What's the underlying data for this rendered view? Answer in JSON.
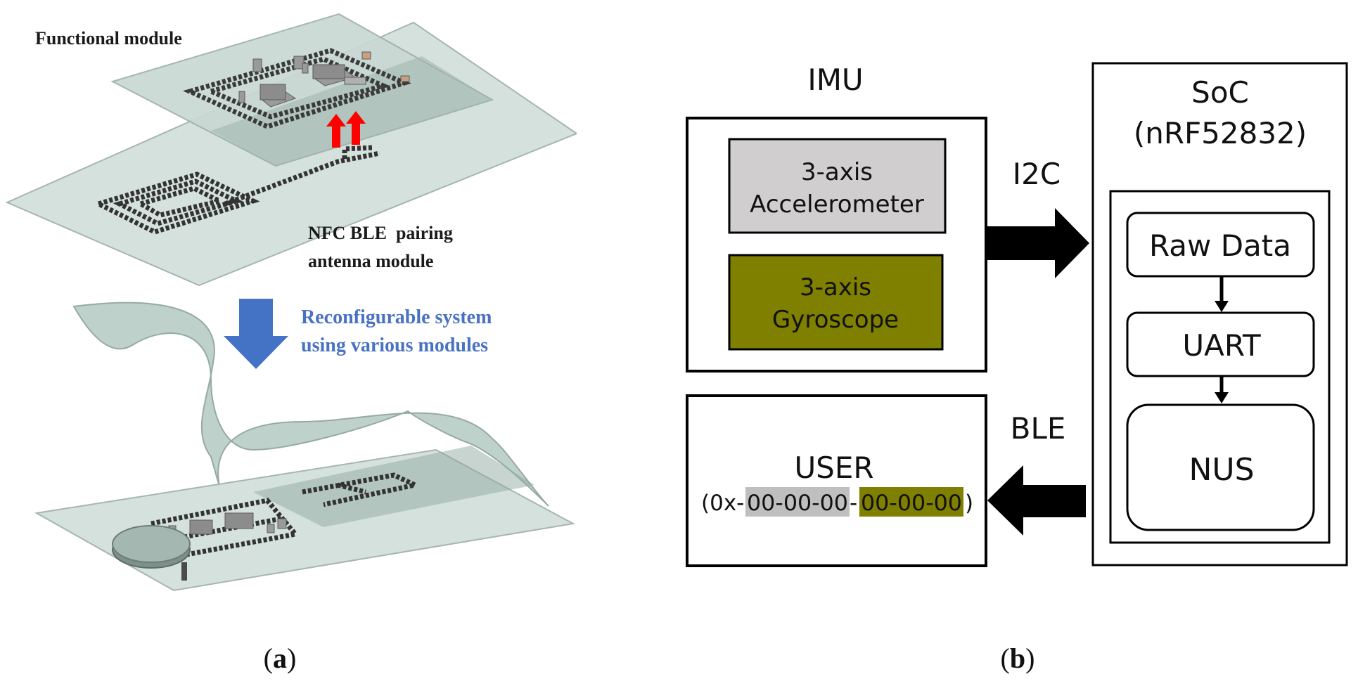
{
  "panel_a": {
    "label_open": "(",
    "label_letter": "a",
    "label_close": ")",
    "functional_module": "Functional module",
    "nfc_line1": "NFC BLE  pairing",
    "nfc_line2": "antenna module",
    "reconfig_line1": "Reconfigurable system",
    "reconfig_line2": "using various modules",
    "colors": {
      "accent_text": "#4a72c4",
      "down_arrow": "#4472c4",
      "up_arrows": "#ff0000",
      "sheet": "#d4e1dd"
    }
  },
  "panel_b": {
    "label_open": "(",
    "label_letter": "b",
    "label_close": ")",
    "imu_title": "IMU",
    "accel_line1": "3-axis",
    "accel_line2": "Accelerometer",
    "gyro_line1": "3-axis",
    "gyro_line2": "Gyroscope",
    "i2c": "I2C",
    "ble": "BLE",
    "soc_line1": "SoC",
    "soc_line2": "(nRF52832)",
    "raw_data": "Raw Data",
    "uart": "UART",
    "nus": "NUS",
    "user_title": "USER",
    "user_open": "(0x-",
    "user_bytes_gray": "00-00-00",
    "user_sep": "-",
    "user_bytes_olive": "00-00-00",
    "user_close": ")",
    "colors": {
      "accel_fill": "#d0cece",
      "gyro_fill": "#7f7f00",
      "user_gray": "#bfbfbf",
      "user_olive": "#7f7f00"
    }
  }
}
